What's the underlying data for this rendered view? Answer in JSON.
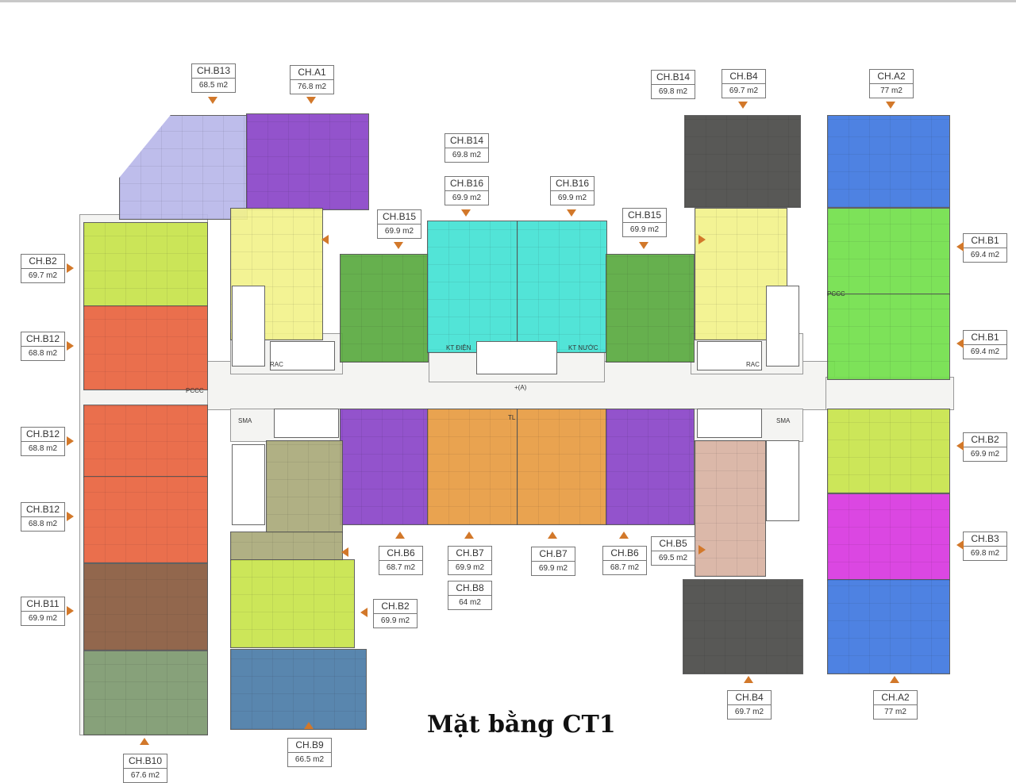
{
  "title": "Mặt bằng CT1",
  "colors": {
    "lavender": "#b9b8ea",
    "purple": "#8a45c8",
    "lime": "#c8e44c",
    "red": "#ea6440",
    "brown": "#8a5c40",
    "graygreen": "#7e9a70",
    "yellow": "#f2f28c",
    "green": "#5aaa40",
    "cyan": "#44e2d4",
    "dark": "#4a4a48",
    "blue": "#4078e0",
    "brightgreen": "#72e04c",
    "magenta": "#d838e0",
    "tan": "#d8b2a2",
    "orange": "#e89c42",
    "olive": "#aaaa7a",
    "steel": "#4c7ca8",
    "arrow": "#d2782a"
  },
  "labels": [
    {
      "name": "CH.B13",
      "area": "68.5 m2"
    },
    {
      "name": "CH.A1",
      "area": "76.8 m2"
    },
    {
      "name": "CH.B14",
      "area": "69.8 m2"
    },
    {
      "name": "CH.B16",
      "area": "69.9 m2"
    },
    {
      "name": "CH.B16",
      "area": "69.9 m2"
    },
    {
      "name": "CH.B15",
      "area": "69.9 m2"
    },
    {
      "name": "CH.B15",
      "area": "69.9 m2"
    },
    {
      "name": "CH.B14",
      "area": "69.8 m2"
    },
    {
      "name": "CH.B4",
      "area": "69.7 m2"
    },
    {
      "name": "CH.A2",
      "area": "77 m2"
    },
    {
      "name": "CH.B2",
      "area": "69.7 m2"
    },
    {
      "name": "CH.B12",
      "area": "68.8 m2"
    },
    {
      "name": "CH.B12",
      "area": "68.8 m2"
    },
    {
      "name": "CH.B12",
      "area": "68.8 m2"
    },
    {
      "name": "CH.B11",
      "area": "69.9 m2"
    },
    {
      "name": "CH.B10",
      "area": "67.6 m2"
    },
    {
      "name": "CH.B9",
      "area": "66.5 m2"
    },
    {
      "name": "CH.B2",
      "area": "69.9 m2"
    },
    {
      "name": "CH.B8",
      "area": "64 m2"
    },
    {
      "name": "CH.B6",
      "area": "68.7 m2"
    },
    {
      "name": "CH.B7",
      "area": "69.9 m2"
    },
    {
      "name": "CH.B7",
      "area": "69.9 m2"
    },
    {
      "name": "CH.B6",
      "area": "68.7 m2"
    },
    {
      "name": "CH.B5",
      "area": "69.5 m2"
    },
    {
      "name": "CH.B1",
      "area": "69.4 m2"
    },
    {
      "name": "CH.B1",
      "area": "69.4 m2"
    },
    {
      "name": "CH.B2",
      "area": "69.9 m2"
    },
    {
      "name": "CH.B3",
      "area": "69.8 m2"
    },
    {
      "name": "CH.B4",
      "area": "69.7 m2"
    },
    {
      "name": "CH.A2",
      "area": "77 m2"
    }
  ],
  "annotations": {
    "pccc_left": "PCCC",
    "pccc_right": "PCCC",
    "kt_dien": "KT ĐIỆN",
    "kt_nuoc": "KT NƯỚC",
    "rac_left": "RAC",
    "rac_right": "RAC",
    "elevation": "+(A)",
    "tl": "TL",
    "sma_left": "SMA",
    "sma_right": "SMA"
  }
}
